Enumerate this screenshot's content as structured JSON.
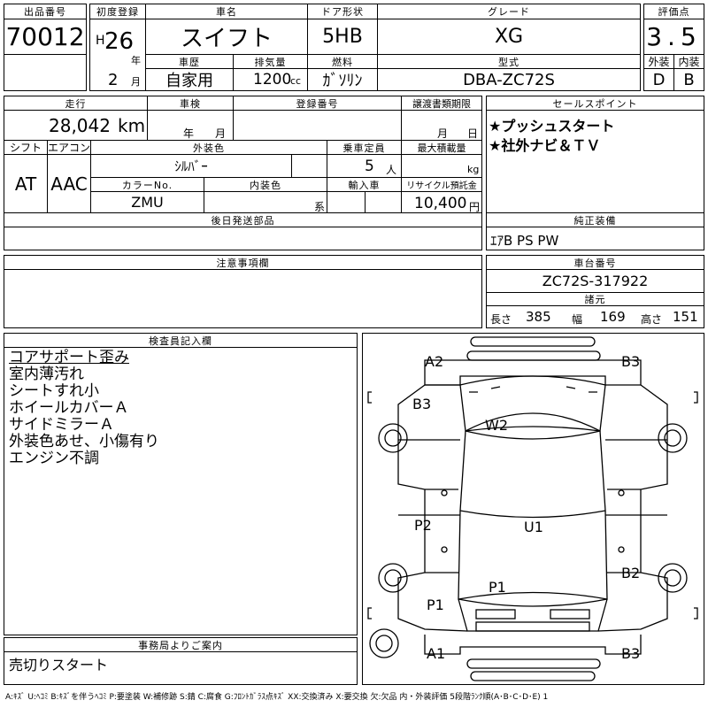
{
  "header": {
    "lot_label": "出品番号",
    "lot_no": "70012",
    "reg_label": "初度登録",
    "era": "H",
    "year": "26",
    "year_unit": "年",
    "month": "2",
    "month_unit": "月",
    "car_name_label": "車名",
    "car_name": "スイフト",
    "door_label": "ドア形状",
    "door": "5HB",
    "grade_label": "グレード",
    "grade": "XG",
    "score_label": "評価点",
    "score": "3.5",
    "history_label": "車歴",
    "history": "自家用",
    "disp_label": "排気量",
    "disp": "1200",
    "disp_unit": "cc",
    "fuel_label": "燃料",
    "fuel": "ｶﾞｿﾘﾝ",
    "model_label": "型式",
    "model": "DBA-ZC72S",
    "ext_label": "外装",
    "ext_grade": "D",
    "int_label": "内装",
    "int_grade": "B"
  },
  "row2": {
    "mileage_label": "走行",
    "mileage": "28,042",
    "mileage_unit": "km",
    "inspect_label": "車検",
    "year_unit": "年",
    "month_unit": "月",
    "plate_label": "登録番号",
    "transfer_label": "譲渡書類期限",
    "day_unit": "日",
    "shift_label": "シフト",
    "shift": "AT",
    "ac_label": "エアコン",
    "ac": "AAC",
    "color_label": "外装色",
    "color": "ｼﾙﾊﾞｰ",
    "capacity_label": "乗車定員",
    "capacity": "5",
    "capacity_unit": "人",
    "load_label": "最大積載量",
    "load_unit": "kg",
    "color_no_label": "カラーNo.",
    "color_no": "ZMU",
    "int_color_label": "内装色",
    "int_color_unit": "系",
    "import_label": "輸入車",
    "recycle_label": "リサイクル預託金",
    "recycle": "10,400",
    "recycle_unit": "円"
  },
  "sales": {
    "label": "セールスポイント",
    "points": [
      "★プッシュスタート",
      "★社外ナビ＆ＴＶ"
    ]
  },
  "later_parts": {
    "label": "後日発送部品"
  },
  "equipment": {
    "label": "純正装備",
    "value": "ｴｱB PS PW"
  },
  "notes": {
    "label": "注意事項欄"
  },
  "chassis": {
    "label": "車台番号",
    "value": "ZC72S-317922",
    "dims_label": "諸元",
    "length_label": "長さ",
    "length": "385",
    "width_label": "幅",
    "width": "169",
    "height_label": "高さ",
    "height": "151"
  },
  "inspector": {
    "label": "検査員記入欄",
    "lines": [
      "コアサポート歪み",
      "室内薄汚れ",
      "シートすれ小",
      "ホイールカバーＡ",
      "サイドミラーＡ",
      "外装色あせ、小傷有り",
      "エンジン不調"
    ]
  },
  "office": {
    "label": "事務局よりご案内",
    "text": "売切りスタート"
  },
  "diagram": {
    "marks": {
      "front_left": "A2",
      "front_right": "B3",
      "left_side": "B3",
      "roof": "W2",
      "left_rear_door": "P2",
      "center": "U1",
      "right_rear": "B2",
      "rear_panel": "P1",
      "rear_left": "P1",
      "back_left": "A1",
      "back_right": "B3"
    }
  },
  "legend": "A:ｷｽﾞ U:ﾍｺﾐ B:ｷｽﾞを伴うﾍｺﾐ P:要塗装 W:補修跡 S:錆 C:腐食 G:ﾌﾛﾝﾄｶﾞﾗｽ点ｷｽﾞ XX:交換済み X:要交換 欠:欠品 内・外装評価 5段階ﾗﾝｸ順(A･B･C･D･E) 1"
}
